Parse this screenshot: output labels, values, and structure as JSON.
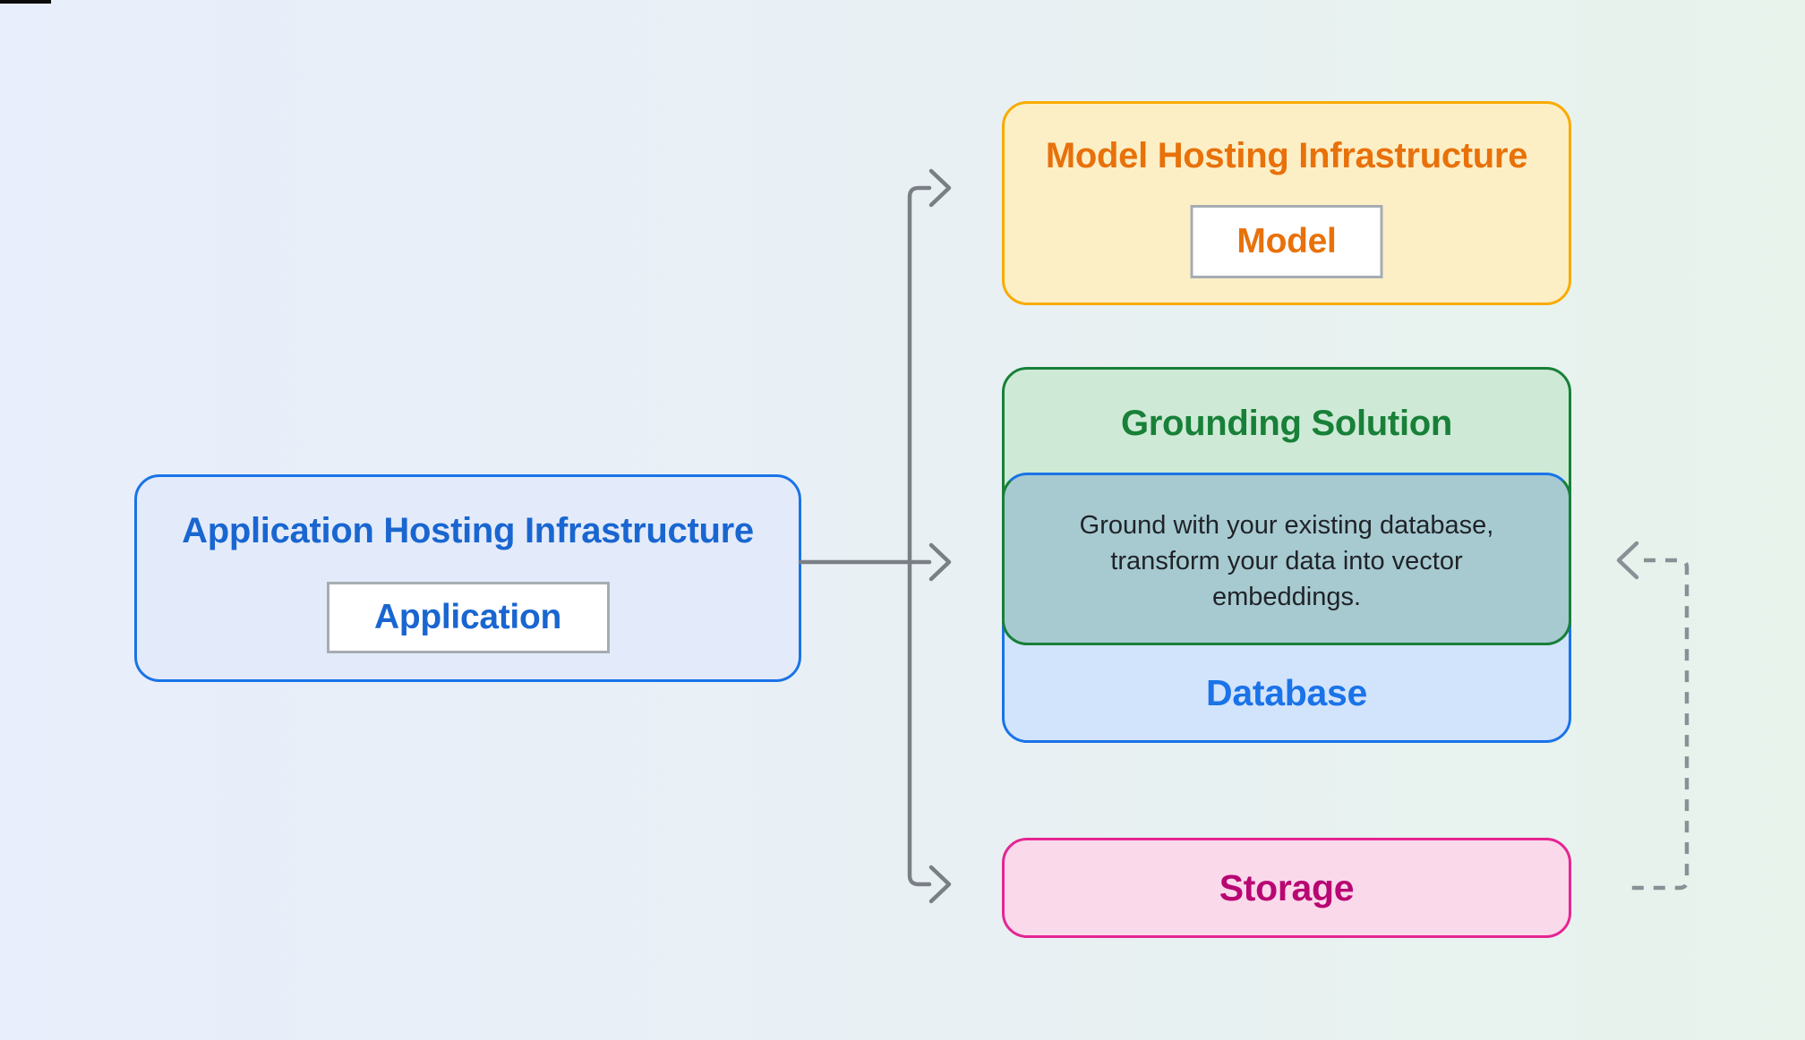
{
  "page": {
    "background_left": "#E8EEFB",
    "background_right": "#E7F3EB"
  },
  "app_hosting": {
    "title": "Application Hosting Infrastructure",
    "chip_label": "Application",
    "border_color": "#1A73E8",
    "fill_color": "#E3EBFA",
    "text_color": "#1A66D0"
  },
  "model_hosting": {
    "title": "Model Hosting Infrastructure",
    "chip_label": "Model",
    "border_color": "#F9AB00",
    "fill_color": "#FCEFC6",
    "text_color": "#E8710A"
  },
  "grounding": {
    "title": "Grounding Solution",
    "border_color": "#188038",
    "fill_color": "#CEEAD6",
    "text_color": "#188038",
    "description_lines": [
      "Ground with your existing database,",
      "transform your data into vector",
      "embeddings."
    ],
    "description_fill_color": "#A7CAD1",
    "description_text_color": "#1F2328"
  },
  "database": {
    "label": "Database",
    "border_color": "#1A73E8",
    "fill_color": "#D2E3FC",
    "text_color": "#1A73E8"
  },
  "storage": {
    "label": "Storage",
    "border_color": "#E52592",
    "fill_color": "#FAD9EB",
    "text_color": "#B80672"
  },
  "connectors": {
    "solid_color": "#7A7F85",
    "dashed_color": "#8A9096"
  }
}
